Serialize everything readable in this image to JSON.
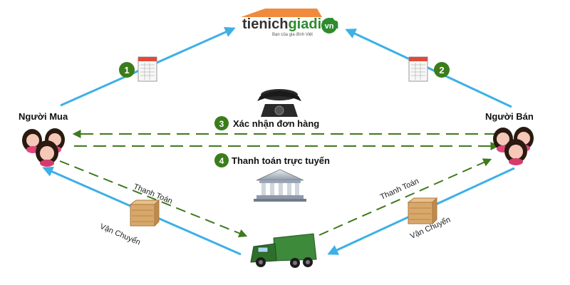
{
  "logo": {
    "brand_part1": "tienich",
    "brand_part2": "giadinh",
    "brand_suffix": "vn",
    "tagline": "Bạn của gia đình Việt",
    "color_dark": "#333333",
    "color_green": "#2e8b2e",
    "roof_color": "#f08a3c"
  },
  "parties": {
    "buyer": "Người Mua",
    "seller": "Người Bán"
  },
  "steps": [
    {
      "number": "1",
      "icon": "order-form-icon"
    },
    {
      "number": "2",
      "icon": "order-form-icon"
    },
    {
      "number": "3",
      "label": "Xác nhận đơn hàng",
      "icon": "telephone-icon"
    },
    {
      "number": "4",
      "label": "Thanh toán trực tuyến",
      "icon": "bank-icon"
    }
  ],
  "edges": {
    "payment_left": "Thanh Toán",
    "payment_right": "Thanh Toán",
    "shipping_left": "Vận Chuyển",
    "shipping_right": "Vận Chuyển"
  },
  "colors": {
    "blue_arrow": "#3db0e6",
    "green_dashed": "#3f7a1e",
    "badge": "#3a7d1a",
    "truck": "#3d8a3a",
    "crate": "#d8a76a"
  }
}
